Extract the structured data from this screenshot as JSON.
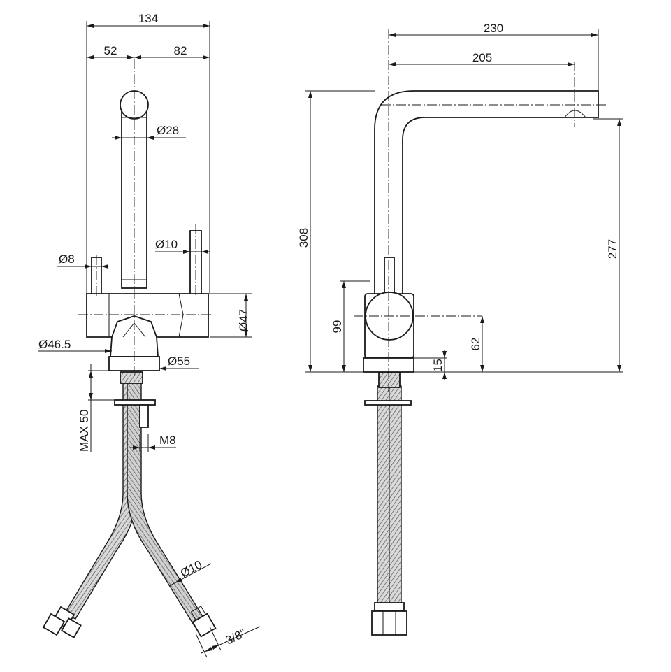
{
  "front_view": {
    "width_total": "134",
    "width_left": "52",
    "width_right": "82",
    "spout_diameter": "Ø28",
    "handle_right_diameter": "Ø10",
    "handle_left_diameter": "Ø8",
    "body_height_diameter": "Ø47",
    "base_diameter": "Ø46.5",
    "flange_diameter": "Ø55",
    "max_mount": "MAX 50",
    "thread": "M8",
    "hose_diameter": "Ø10",
    "hose_connector": "3/8\""
  },
  "side_view": {
    "reach_total": "230",
    "reach_outlet": "205",
    "height_total": "308",
    "height_outlet": "277",
    "handle_height": "99",
    "body_center_height": "62",
    "flange_height": "15"
  }
}
